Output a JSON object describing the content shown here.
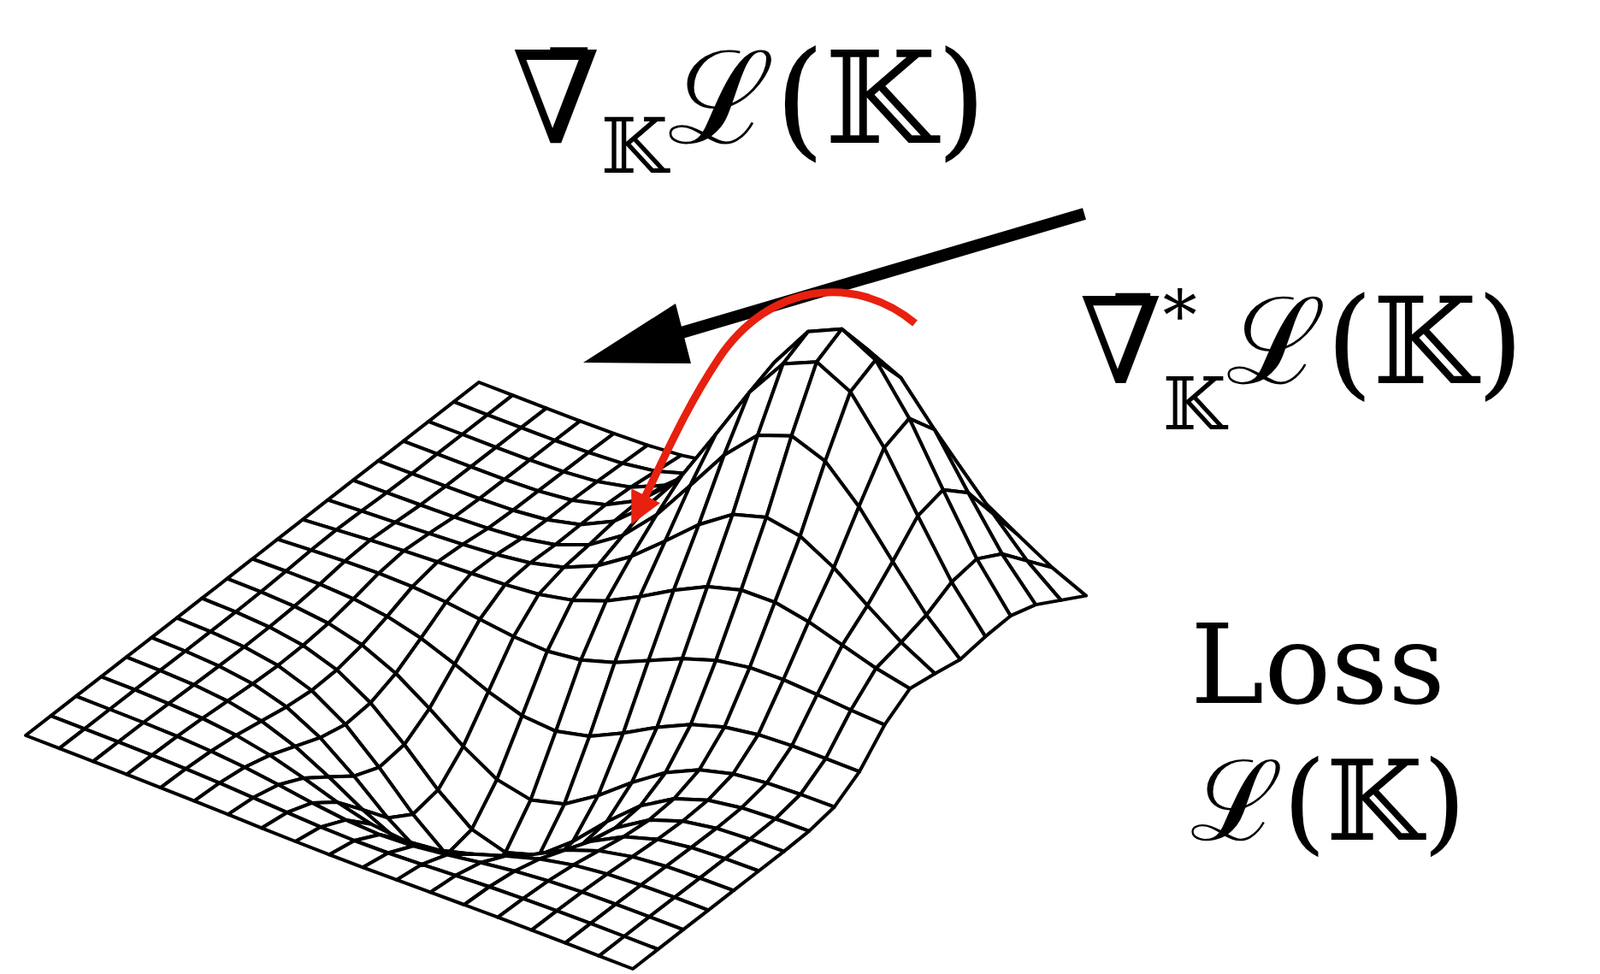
{
  "diagram": {
    "labels": [
      "∇̄",
      "𝕂",
      "ℒ(𝕂)",
      "∇̄",
      "*",
      "𝕂",
      "ℒ(𝕂)",
      "Loss",
      "ℒ(𝕂)"
    ]
  }
}
